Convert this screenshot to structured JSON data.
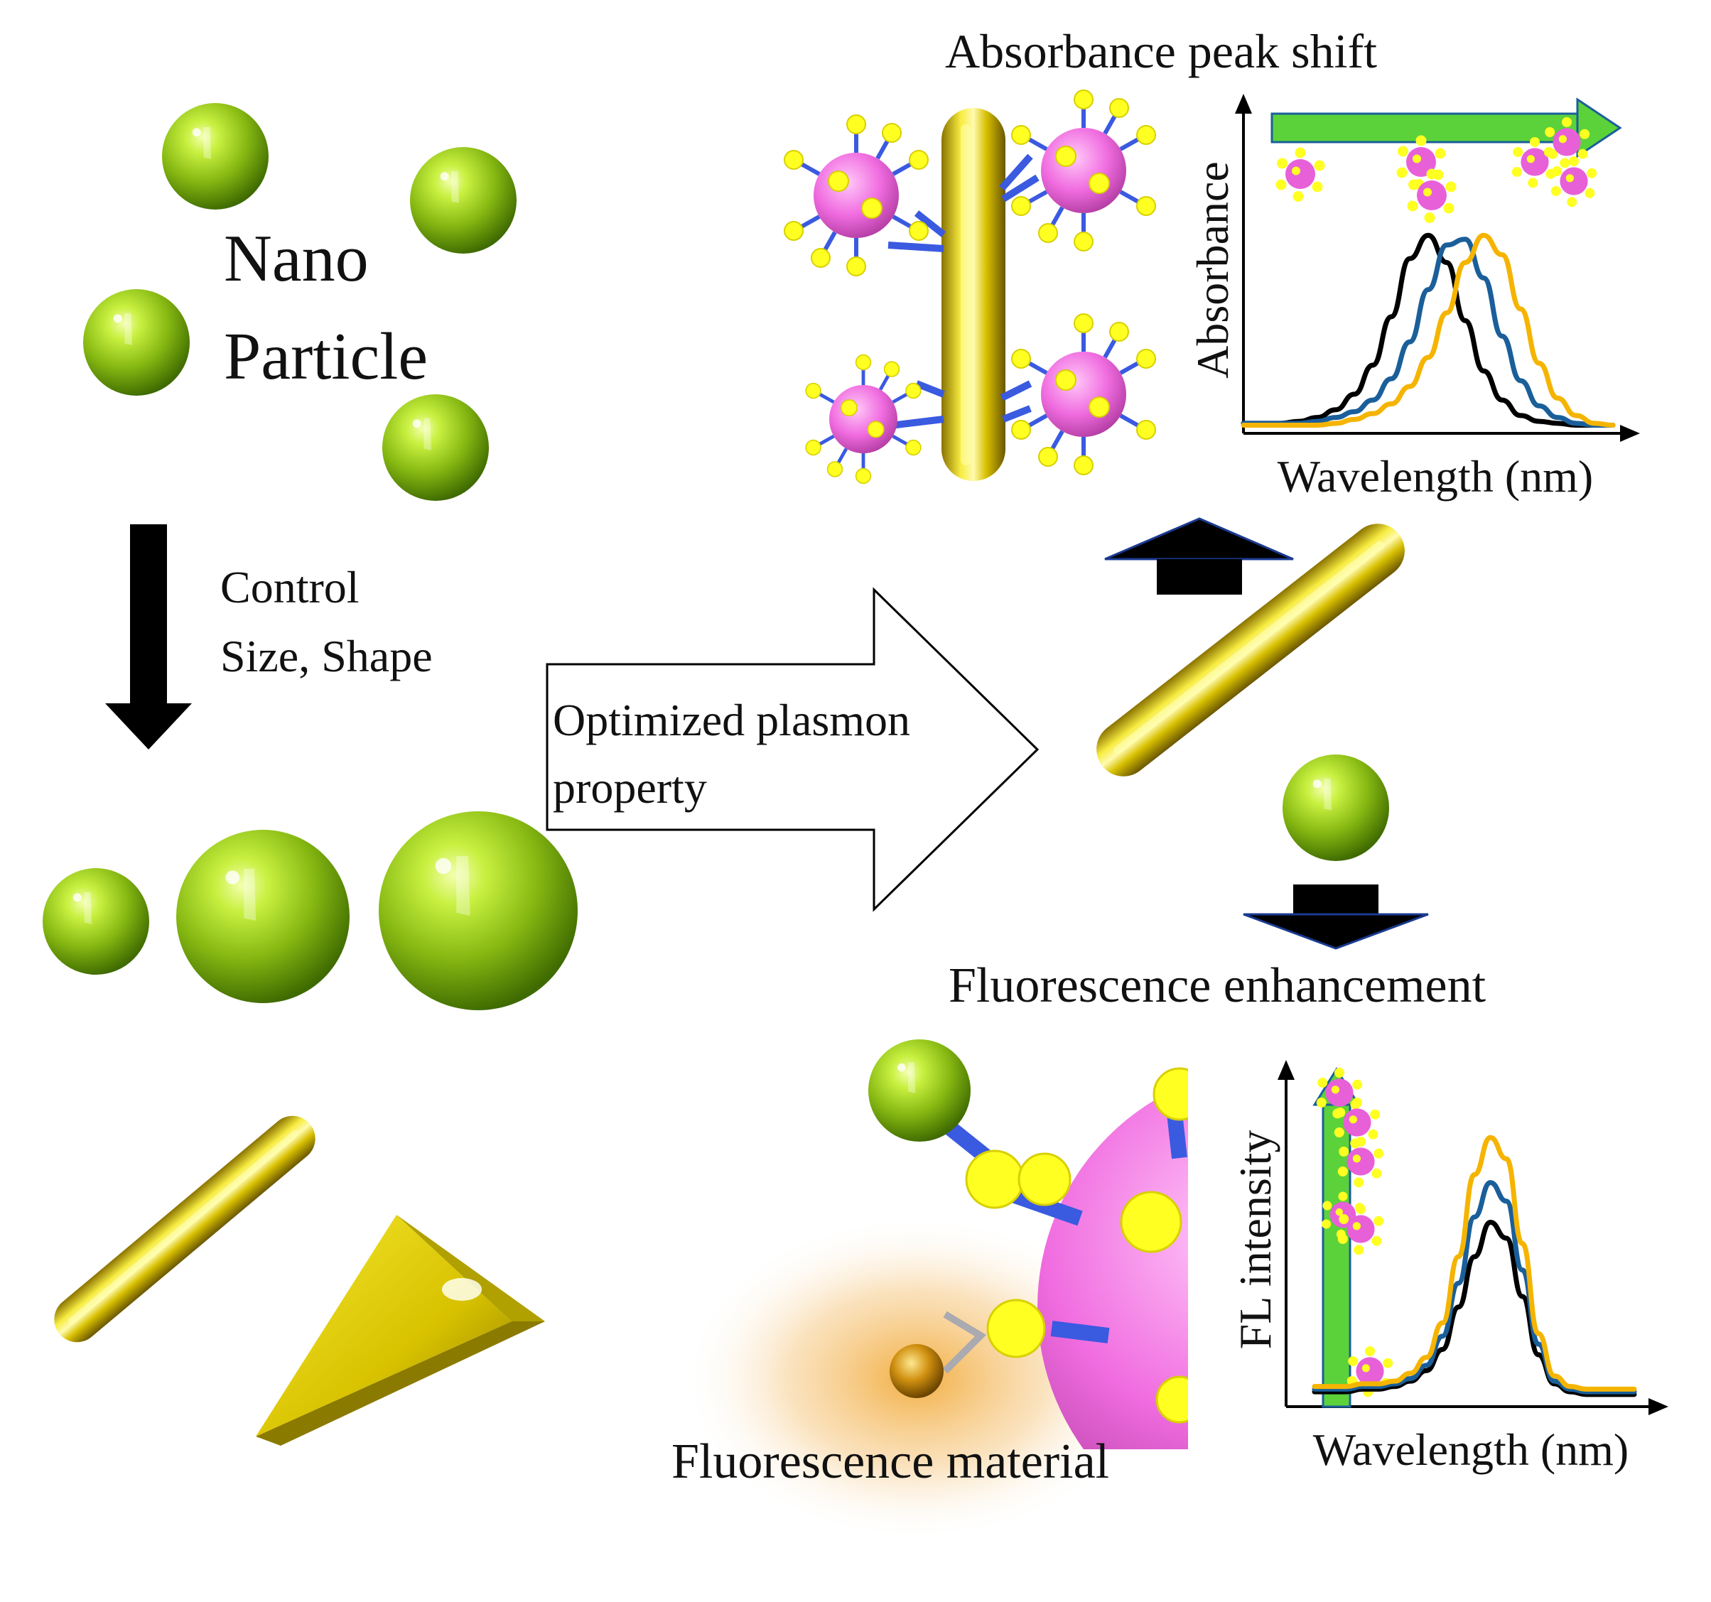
{
  "labels": {
    "nano_particle_line1": "Nano",
    "nano_particle_line2": "Particle",
    "control_line1": "Control",
    "control_line2": "Size, Shape",
    "optimized_line1": "Optimized  plasmon",
    "optimized_line2": "property",
    "absorbance_title": "Absorbance peak shift",
    "fluorescence_enhancement": "Fluorescence enhancement",
    "fluorescence_material": "Fluorescence material"
  },
  "absorbance_chart": {
    "ylabel": "Absorbance",
    "xlabel": "Wavelength  (nm)"
  },
  "fl_chart": {
    "ylabel": "FL intensity",
    "xlabel": "Wavelength  (nm)"
  },
  "colors": {
    "sphere_green": "#8cc41a",
    "rod_gold": "#d8c000",
    "virus_pink": "#f06ce0",
    "ligand_yellow": "#ffff22",
    "antibody_blue": "#3a5ae0",
    "arrow_green": "#5cd23a",
    "curve_black": "#000000",
    "curve_blue": "#1a5f9a",
    "curve_orange": "#f5b400",
    "glow": "#f0b040"
  },
  "chart_data": [
    {
      "type": "line",
      "title": "Absorbance peak shift",
      "xlabel": "Wavelength  (nm)",
      "ylabel": "Absorbance",
      "x": [
        0,
        5,
        10,
        15,
        20,
        25,
        30,
        35,
        40,
        45,
        50,
        55,
        60,
        65,
        70,
        75,
        80,
        85,
        90,
        95,
        100
      ],
      "series": [
        {
          "color": "#000000",
          "values": [
            0.03,
            0.03,
            0.03,
            0.04,
            0.06,
            0.1,
            0.18,
            0.33,
            0.58,
            0.88,
            1.0,
            0.86,
            0.56,
            0.3,
            0.15,
            0.07,
            0.04,
            0.03,
            0.02,
            0.02,
            0.02
          ]
        },
        {
          "color": "#1a5f9a",
          "values": [
            0.03,
            0.03,
            0.03,
            0.03,
            0.04,
            0.06,
            0.09,
            0.15,
            0.26,
            0.45,
            0.72,
            0.95,
            0.98,
            0.78,
            0.48,
            0.25,
            0.12,
            0.06,
            0.03,
            0.02,
            0.02
          ]
        },
        {
          "color": "#f5b400",
          "values": [
            0.02,
            0.02,
            0.02,
            0.02,
            0.02,
            0.03,
            0.05,
            0.08,
            0.13,
            0.22,
            0.37,
            0.6,
            0.86,
            1.0,
            0.9,
            0.62,
            0.34,
            0.16,
            0.07,
            0.03,
            0.02
          ]
        }
      ],
      "xlim": [
        0,
        100
      ],
      "ylim": [
        0,
        1.1
      ],
      "grid": false
    },
    {
      "type": "line",
      "title": "",
      "xlabel": "Wavelength  (nm)",
      "ylabel": "FL intensity",
      "x": [
        0,
        5,
        10,
        15,
        20,
        25,
        30,
        35,
        40,
        45,
        50,
        55,
        60,
        65,
        70,
        75,
        80,
        85,
        90,
        95,
        100
      ],
      "series": [
        {
          "color": "#000000",
          "values": [
            0.04,
            0.04,
            0.04,
            0.05,
            0.05,
            0.06,
            0.08,
            0.12,
            0.2,
            0.36,
            0.55,
            0.68,
            0.62,
            0.4,
            0.18,
            0.07,
            0.04,
            0.03,
            0.03,
            0.03,
            0.03
          ]
        },
        {
          "color": "#1a5f9a",
          "values": [
            0.05,
            0.05,
            0.05,
            0.06,
            0.06,
            0.07,
            0.09,
            0.14,
            0.25,
            0.45,
            0.7,
            0.83,
            0.76,
            0.5,
            0.22,
            0.08,
            0.05,
            0.04,
            0.04,
            0.04,
            0.04
          ]
        },
        {
          "color": "#f5b400",
          "values": [
            0.06,
            0.06,
            0.06,
            0.07,
            0.07,
            0.08,
            0.11,
            0.17,
            0.3,
            0.55,
            0.86,
            1.0,
            0.92,
            0.6,
            0.26,
            0.1,
            0.06,
            0.05,
            0.05,
            0.05,
            0.05
          ]
        }
      ],
      "xlim": [
        0,
        100
      ],
      "ylim": [
        0,
        1.1
      ],
      "grid": false
    }
  ]
}
